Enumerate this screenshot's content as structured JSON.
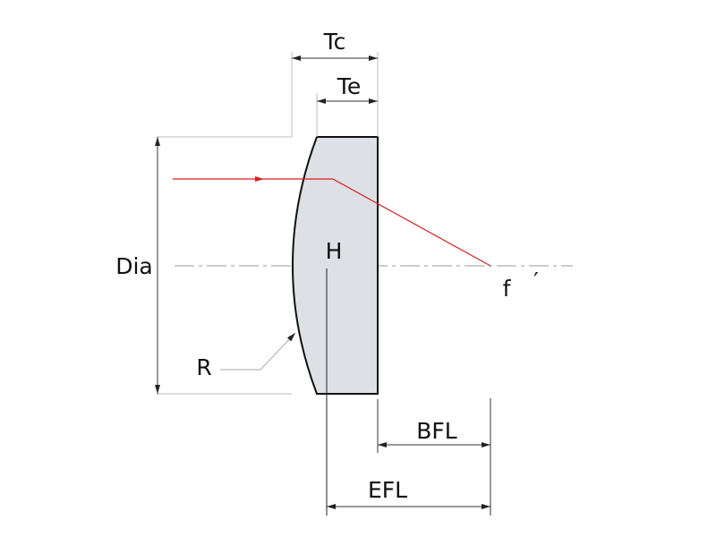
{
  "labels": {
    "tc": "Tc",
    "te": "Te",
    "dia": "Dia",
    "h": "H",
    "f": "f",
    "f_prime": "′",
    "r": "R",
    "bfl": "BFL",
    "efl": "EFL"
  },
  "colors": {
    "lens_fill": "#dde0e5",
    "lens_stroke": "#111111",
    "ray": "#d42020",
    "axis": "#9a9a9a"
  }
}
